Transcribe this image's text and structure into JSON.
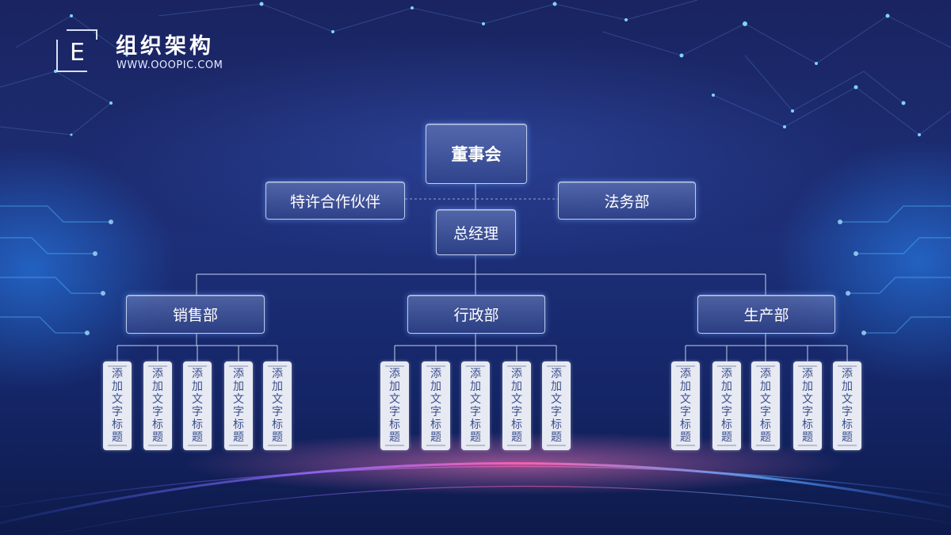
{
  "header": {
    "title": "组织架构",
    "subtitle": "WWW.OOOPIC.COM",
    "logo_letter": "E"
  },
  "org": {
    "board": "董事会",
    "partner": "特许合作伙伴",
    "legal": "法务部",
    "gm": "总经理",
    "departments": [
      {
        "name": "销售部",
        "items": [
          "添加文字标题",
          "添加文字标题",
          "添加文字标题",
          "添加文字标题",
          "添加文字标题"
        ]
      },
      {
        "name": "行政部",
        "items": [
          "添加文字标题",
          "添加文字标题",
          "添加文字标题",
          "添加文字标题",
          "添加文字标题"
        ]
      },
      {
        "name": "生产部",
        "items": [
          "添加文字标题",
          "添加文字标题",
          "添加文字标题",
          "添加文字标题",
          "添加文字标题"
        ]
      }
    ]
  },
  "colors": {
    "background": "#1b2a6b",
    "connector": "#c6d0ee",
    "card": "#e7eaf3",
    "card_text": "#3b4f8c",
    "glow_accent": "#3aa0ff",
    "arc_pink": "#ff5fae"
  }
}
